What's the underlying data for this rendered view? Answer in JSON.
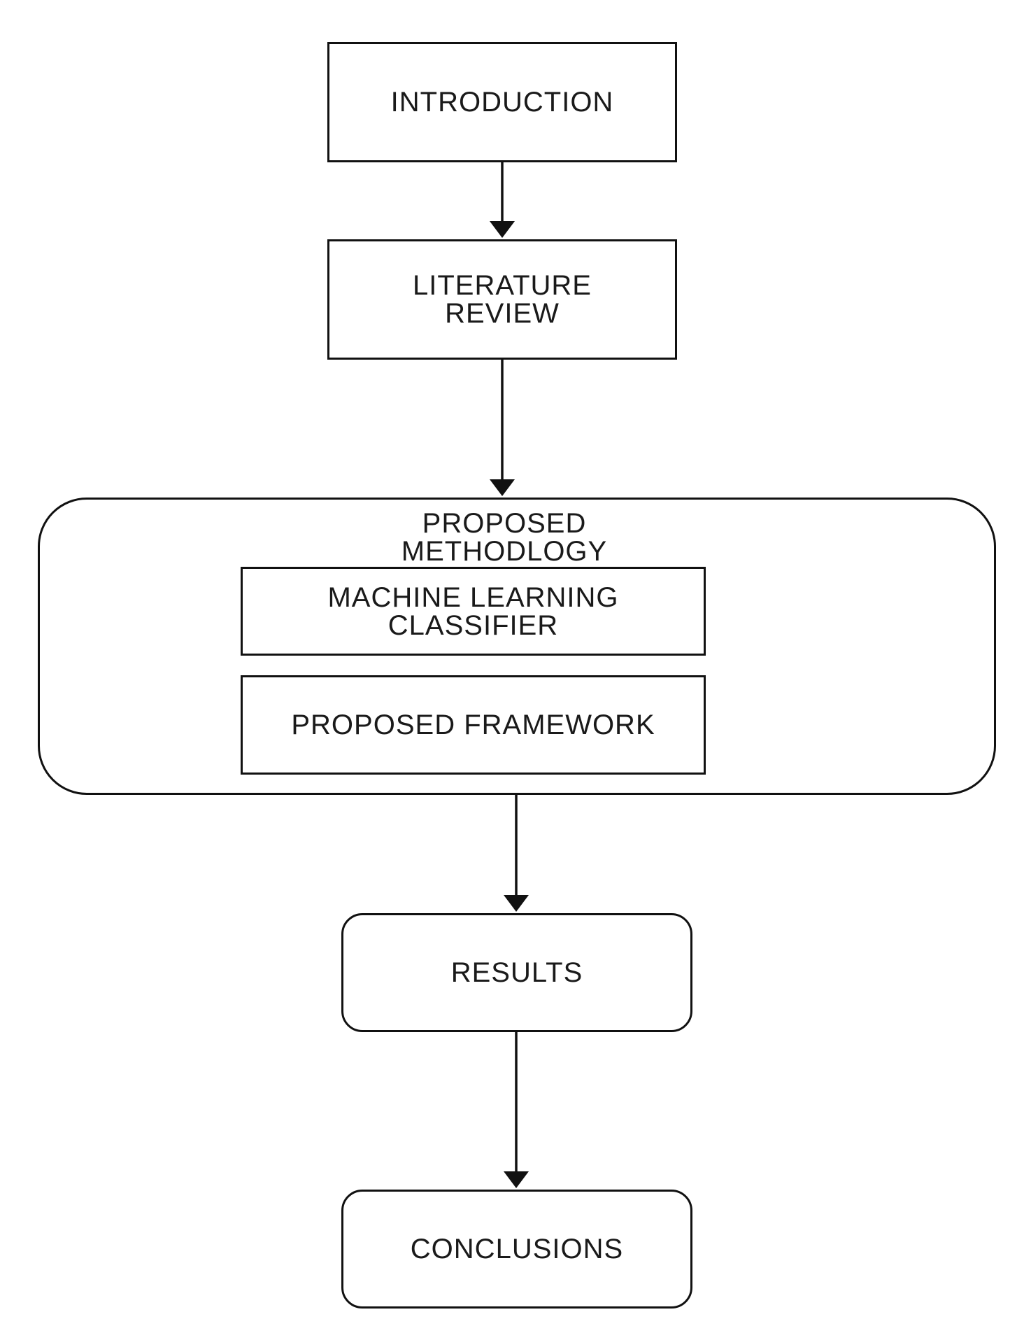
{
  "diagram": {
    "nodes": {
      "introduction": "INTRODUCTION",
      "literature_review": "LITERATURE\nREVIEW",
      "proposed_methodology": "PROPOSED\nMETHODLOGY",
      "machine_learning_classifier": "MACHINE LEARNING\nCLASSIFIER",
      "proposed_framework": "PROPOSED FRAMEWORK",
      "results": "RESULTS",
      "conclusions": "CONCLUSIONS"
    },
    "edges": [
      {
        "from": "introduction",
        "to": "literature_review"
      },
      {
        "from": "literature_review",
        "to": "proposed_methodology"
      },
      {
        "from": "proposed_methodology",
        "to": "results"
      },
      {
        "from": "results",
        "to": "conclusions"
      }
    ]
  }
}
